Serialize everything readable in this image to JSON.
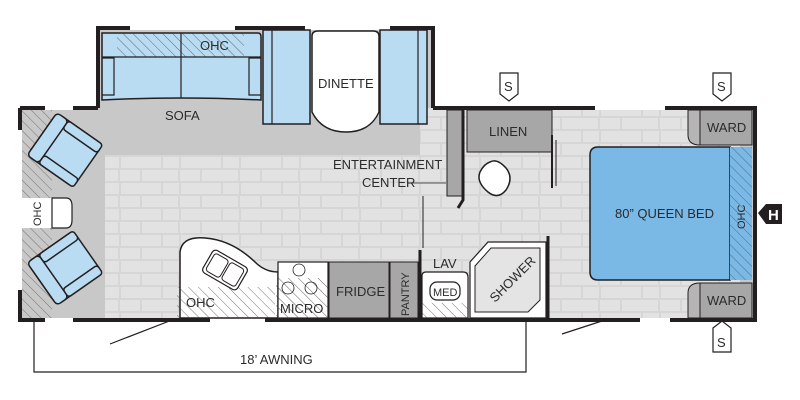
{
  "floorplan": {
    "colors": {
      "wall": "#231f20",
      "floor": "#c8c8c8",
      "tile": "#d9d9d9",
      "tile_grout": "#c6c6c6",
      "cabinet": "#a7a7a7",
      "upholstery": "#b9dcf3",
      "bed": "#7ab8e6",
      "fixture": "#ffffff",
      "hatch": "#555555"
    },
    "rooms": {
      "sofa": "SOFA",
      "sofa_ohc": "OHC",
      "dinette": "DINETTE",
      "front_ohc": "OHC",
      "entertainment_center_line1": "ENTERTAINMENT",
      "entertainment_center_line2": "CENTER",
      "linen": "LINEN",
      "ward_top": "WARD",
      "ward_bottom": "WARD",
      "bed": "80” QUEEN BED",
      "bed_ohc": "OHC",
      "kitchen_ohc": "OHC",
      "micro": "MICRO",
      "fridge": "FRIDGE",
      "pantry": "PANTRY",
      "lav": "LAV",
      "med": "MED",
      "shower": "SHOWER",
      "awning": "18’ AWNING"
    },
    "markers": {
      "speaker_1": "S",
      "speaker_2": "S",
      "speaker_3": "S",
      "hitch": "H"
    }
  }
}
